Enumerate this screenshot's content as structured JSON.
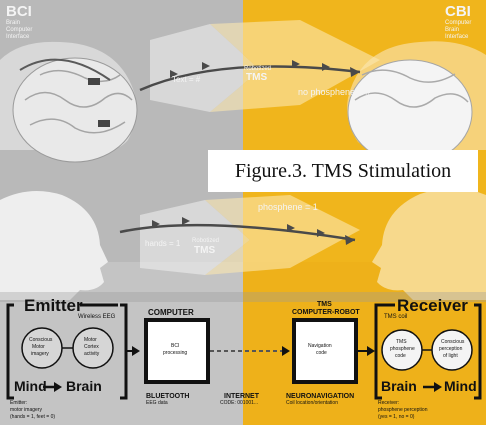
{
  "caption": "Figure.3. TMS Stimulation",
  "left_panel": {
    "acronym": "BCI",
    "subtitle_lines": [
      "Brain",
      "Computer",
      "Interface"
    ]
  },
  "right_panel": {
    "acronym": "CBI",
    "subtitle_lines": [
      "Computer",
      "Brain",
      "Interface"
    ]
  },
  "arrows": {
    "top_left_label": "Text = #",
    "top_mid_label_lines": [
      "Robotized",
      "TMS"
    ],
    "top_right_label": "no phosphene = #",
    "bottom_left_label": "hands = 1",
    "bottom_mid_label_lines": [
      "Robotized",
      "TMS"
    ],
    "bottom_right_label": "phosphene = 1"
  },
  "emitter": {
    "title": "Emitter",
    "wireless": "Wireless EEG",
    "circle1_lines": [
      "Conscious",
      "Motor",
      "imagery"
    ],
    "circle2_lines": [
      "Motor",
      "Cortex",
      "activity"
    ],
    "bottom": "Mind",
    "bottom_to": "Brain",
    "notes": [
      "Emitter:",
      "motor imagery",
      "(hands = 1, feet = 0)"
    ]
  },
  "computer": {
    "title": "COMPUTER",
    "box_lines": [
      "BCI",
      "processing"
    ],
    "link_title": "BLUETOOTH",
    "link_sub": "EEG data"
  },
  "internet": {
    "title": "INTERNET",
    "sub": "CODE: 001001..."
  },
  "tms_robot": {
    "title_lines": [
      "TMS",
      "COMPUTER-ROBOT"
    ],
    "box_lines": [
      "Navigation",
      "code"
    ],
    "link_title": "NEURONAVIGATION",
    "link_sub": "Coil location/orientation"
  },
  "receiver": {
    "title": "Receiver",
    "tms_coil": "TMS coil",
    "circle1_lines": [
      "TMS",
      "phosphene",
      "code"
    ],
    "circle2_lines": [
      "Conscious",
      "perception",
      "of light"
    ],
    "bottom": "Brain",
    "bottom_to": "Mind",
    "notes": [
      "Receiver:",
      "phosphene perception",
      "(yes = 1, no = 0)"
    ]
  },
  "colors": {
    "left_gray": "#b9b9b9",
    "right_yellow": "#f0b51c",
    "arrow_band": "#cfcfcf",
    "box_black": "#111111"
  }
}
